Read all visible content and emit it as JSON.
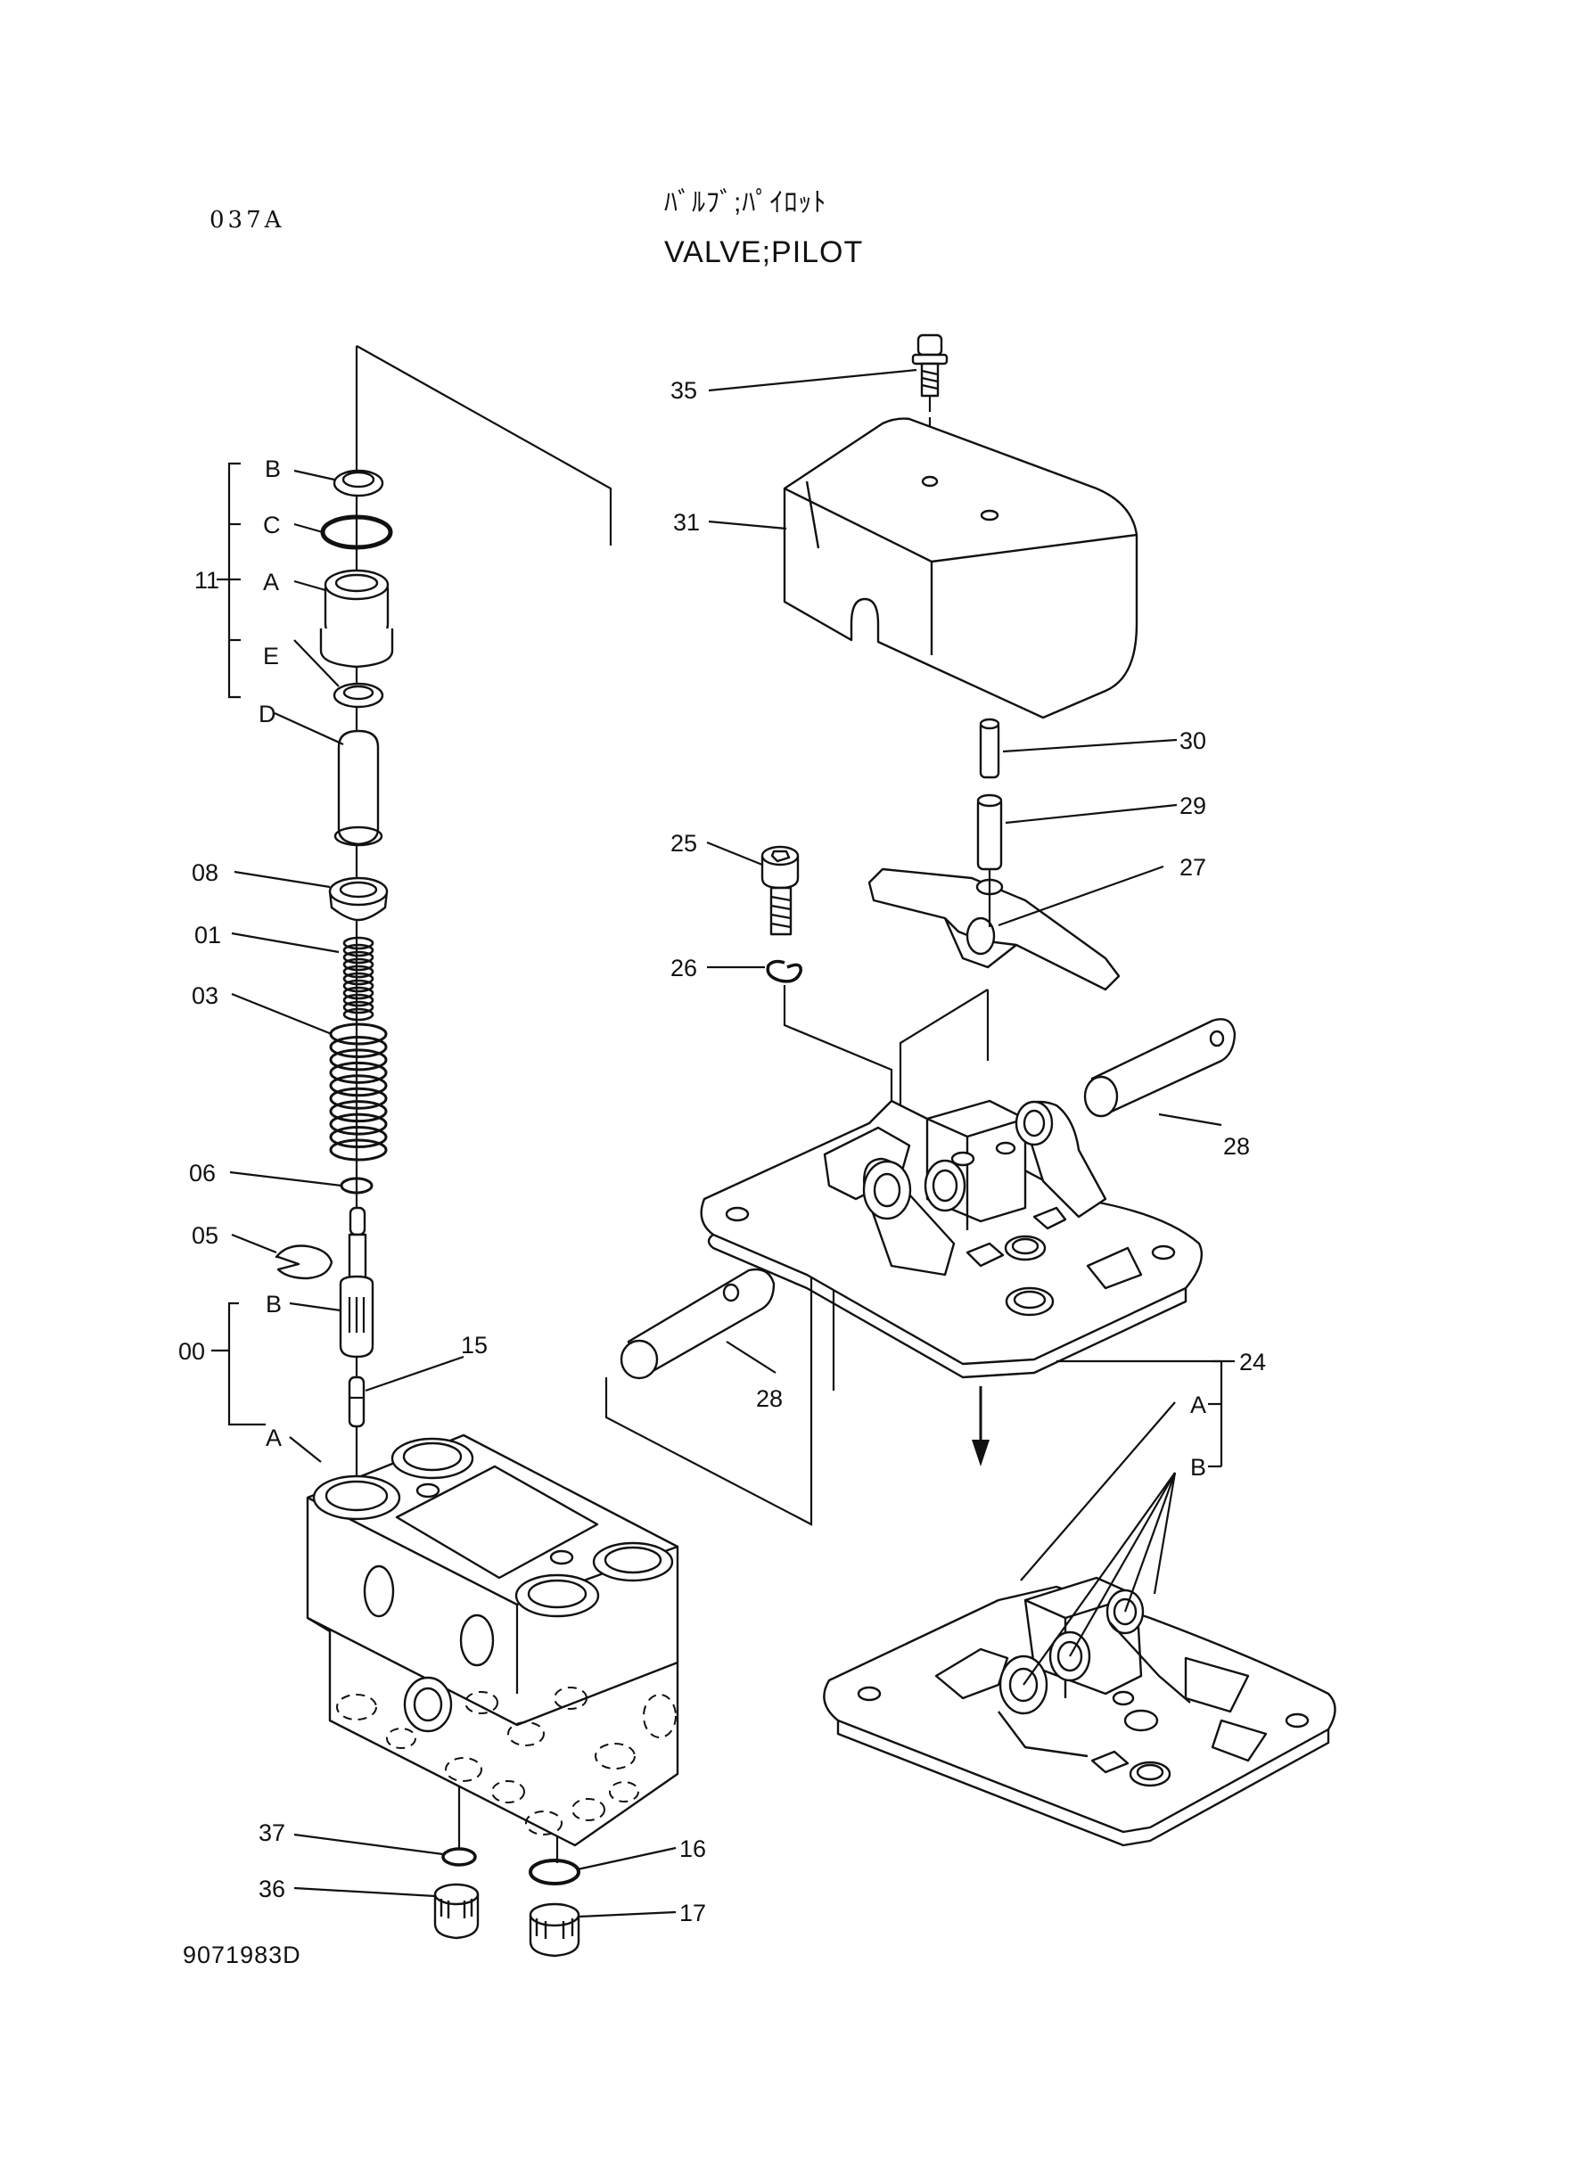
{
  "header": {
    "code": "037A",
    "title_jp": "ﾊﾞﾙﾌﾞ;ﾊﾟｲﾛｯﾄ",
    "title_en": "VALVE;PILOT"
  },
  "drawing_number": "9071983D",
  "callouts": {
    "p35": "35",
    "p31": "31",
    "p30": "30",
    "p29": "29",
    "p27": "27",
    "p25": "25",
    "p26": "26",
    "p28a": "28",
    "p28b": "28",
    "p24": "24",
    "p24A": "A",
    "p24B": "B",
    "p11": "11",
    "p11B": "B",
    "p11C": "C",
    "p11A": "A",
    "p11E": "E",
    "p11D": "D",
    "p08": "08",
    "p01": "01",
    "p03": "03",
    "p06": "06",
    "p05": "05",
    "p00": "00",
    "p00B": "B",
    "p00A": "A",
    "p15": "15",
    "p37": "37",
    "p36": "36",
    "p16": "16",
    "p17": "17"
  }
}
